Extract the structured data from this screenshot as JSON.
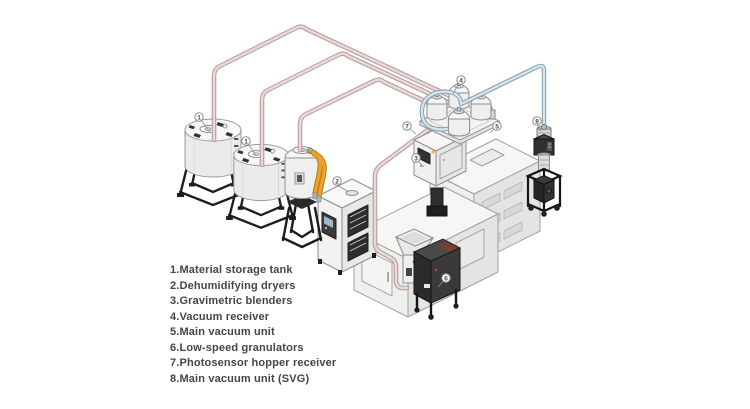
{
  "legend": {
    "items": [
      {
        "text": "1.Material storage tank"
      },
      {
        "text": "2.Dehumidifying dryers"
      },
      {
        "text": "3.Gravimetric blenders"
      },
      {
        "text": "4.Vacuum receiver"
      },
      {
        "text": "5.Main vacuum unit"
      },
      {
        "text": "6.Low-speed granulators"
      },
      {
        "text": "7.Photosensor hopper receiver"
      },
      {
        "text": "8.Main vacuum unit (SVG)"
      }
    ]
  },
  "badges": {
    "tank1": "1",
    "tank2": "1",
    "dryer": "2",
    "blender": "3",
    "receiver": "4",
    "vacuum_unit": "5",
    "granulator": "6",
    "hopper_receiver": "7",
    "svg_unit": "8"
  },
  "colors": {
    "material_pipe_outline": "#bb9c9c",
    "material_pipe_fill": "#e9dada",
    "vacuum_pipe_outline": "#87a2b2",
    "vacuum_pipe_fill": "#dbe5ea",
    "hose_accent": "#efa02f",
    "dark_unit": "#2b2b2b",
    "machine_body": "#f3f3f1",
    "outline_gray": "#9a9a9a",
    "legend_text": "#454545"
  }
}
